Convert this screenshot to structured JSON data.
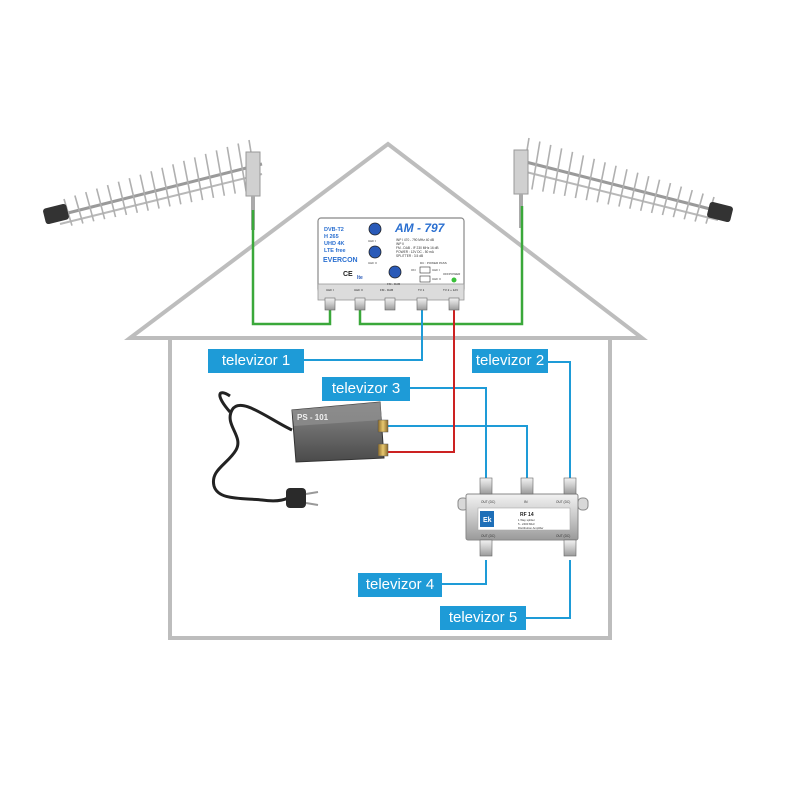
{
  "amplifier": {
    "model": "AM - 797",
    "features": [
      "DVB-T2",
      "H 265",
      "UHD 4K",
      "LTE free"
    ],
    "brand": "EVERCON",
    "spec_lines": [
      "INP I     470 - 790 MHz     40 dB",
      "INP II",
      "FM - DAB - IF   230 MHz     16 dB",
      "POWER :  12V DC - 50 mA",
      "SPLITTER :  3.5 dB"
    ],
    "knob_labels": [
      "UHF I",
      "UHF II",
      "FM - DAB"
    ],
    "dc_label": "DC : POWER PASS",
    "switch_labels": [
      "UHF I",
      "UHF II",
      "OFF",
      "ON"
    ],
    "power_label": "POWER",
    "port_labels": [
      "UHF I",
      "UHF II",
      "FM - DAB",
      "TV 1",
      "TV 2 + 12V"
    ],
    "marks": [
      "CE",
      "lte"
    ]
  },
  "power_supply": {
    "model": "PS - 101"
  },
  "splitter": {
    "brand": "Ek",
    "model": "RF 14",
    "description_lines": [
      "1 Way splitter",
      "5 - 2400 MHz",
      "Distribution Amplifier"
    ],
    "in_label": "IN",
    "out_labels": [
      "OUT (DC)",
      "OUT (DC)",
      "OUT (DC)",
      "OUT (DC)"
    ]
  },
  "labels": {
    "tv1": "televizor 1",
    "tv2": "televizor 2",
    "tv3": "televizor 3",
    "tv4": "televizor 4",
    "tv5": "televizor 5"
  },
  "colors": {
    "house": "#bdbdbd",
    "antenna_cable": "#3aa83a",
    "tv_cable": "#1e9bd7",
    "power_cable": "#cc2222",
    "label_bg": "#1e9bd7"
  }
}
